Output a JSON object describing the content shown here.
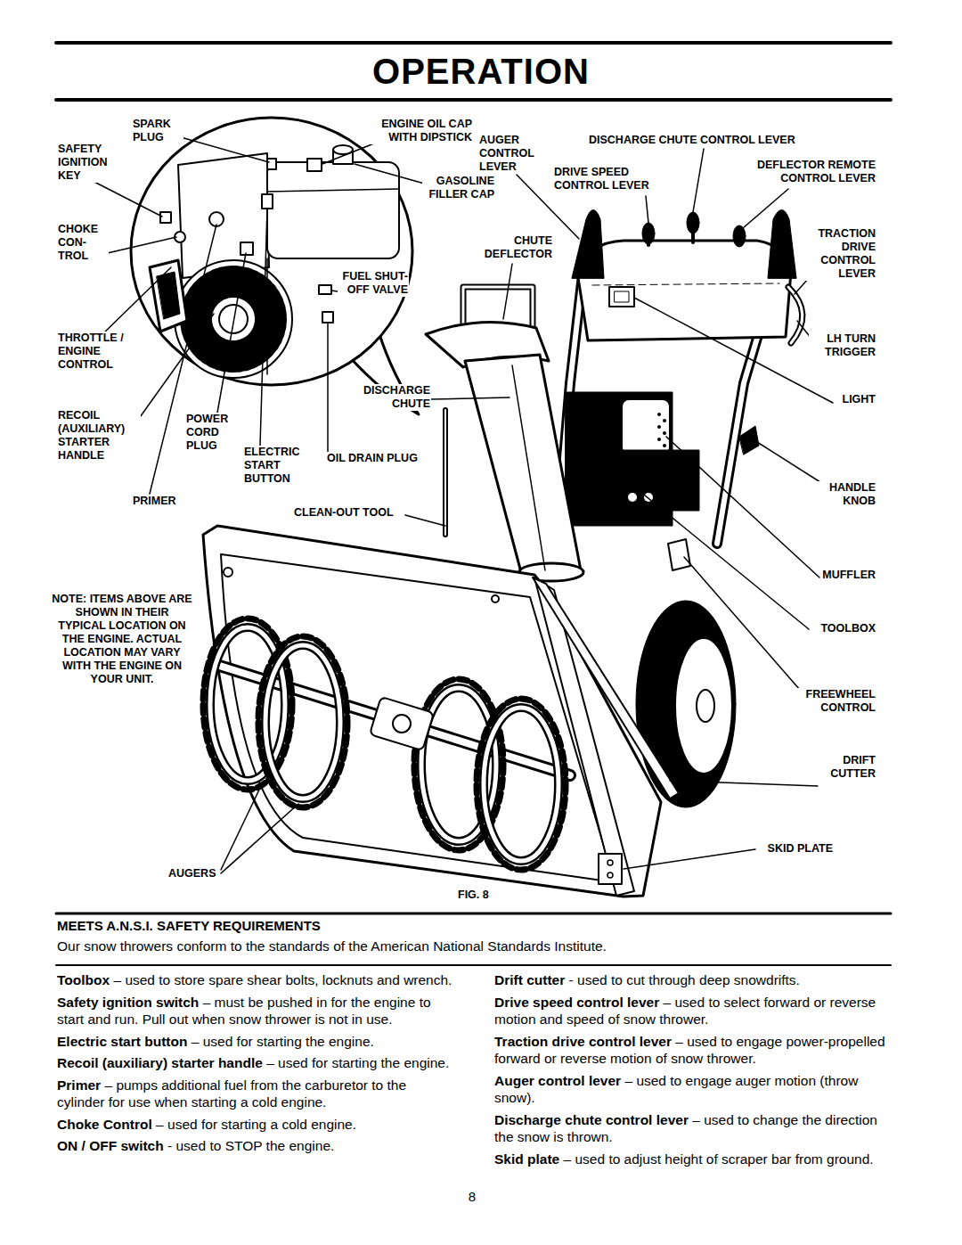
{
  "diagram": {
    "title": "OPERATION",
    "caption": "FIG. 8",
    "labels": [
      "SPARK PLUG",
      "SAFETY IGNITION KEY",
      "CHOKE CON- TROL",
      "THROTTLE / ENGINE CONTROL",
      "RECOIL (AUXILIARY) STARTER HANDLE",
      "POWER CORD PLUG",
      "ELECTRIC START BUTTON",
      "PRIMER",
      "ENGINE OIL CAP WITH DIPSTICK",
      "AUGER CONTROL LEVER",
      "GASOLINE FILLER CAP",
      "CHUTE DEFLECTOR",
      "FUEL SHUT-OFF VALVE",
      "DISCHARGE CHUTE",
      "OIL DRAIN PLUG",
      "CLEAN-OUT TOOL",
      "NOTE: ITEMS ABOVE ARE SHOWN IN THEIR TYPICAL LOCATION ON THE ENGINE. ACTUAL LOCATION MAY VARY WITH THE ENGINE ON YOUR UNIT.",
      "AUGERS",
      "DISCHARGE CHUTE CONTROL LEVER",
      "DRIVE SPEED CONTROL LEVER",
      "DEFLECTOR REMOTE CONTROL LEVER",
      "TRACTION DRIVE CONTROL LEVER",
      "LH TURN TRIGGER",
      "LIGHT",
      "HANDLE KNOB",
      "MUFFLER",
      "TOOLBOX",
      "FREEWHEEL CONTROL",
      "DRIFT CUTTER",
      "SKID PLATE",
      "MEETS A.N.S.I. SAFETY REQUIREMENTS",
      "Our snow throwers conform to the standards of the American National Standards Institute.",
      "Toolbox",
      "– used to store spare shear bolts, locknuts and wrench.",
      "Safety ignition switch",
      "– must be pushed in for the engine to start and run. Pull out when snow thrower is not in use.",
      "Electric start button",
      "– used for starting the engine.",
      "Recoil (auxiliary) starter handle",
      "– used for starting the engine.",
      "Primer",
      "– pumps additional fuel from the carburetor to the cylinder for use when starting a cold engine.",
      "Choke Control",
      "– used for starting a cold engine.",
      "ON / OFF switch",
      "- used to STOP the engine.",
      "Drift cutter",
      "- used to cut through deep snowdrifts.",
      "Drive speed control lever",
      "– used to select forward or reverse motion and speed of snow thrower.",
      "Traction drive control lever",
      "– used to engage power-propelled forward or reverse motion of snow thrower.",
      "Auger control lever",
      "– used to engage auger motion (throw snow).",
      "Discharge chute control lever",
      "– used to change the direction the snow is thrown.",
      "Skid plate",
      "– used to adjust height of scraper bar from ground.",
      "8"
    ]
  }
}
